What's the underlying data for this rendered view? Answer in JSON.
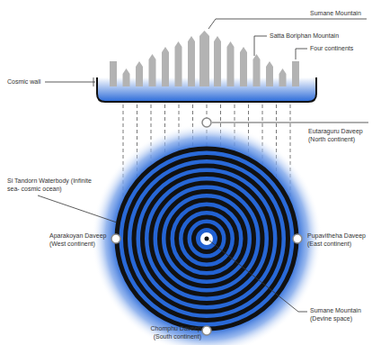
{
  "diagram": {
    "labels": [
      "Sumane Mountain",
      "Satta Boriphan Mountain",
      "Four continents",
      "Cosmic wall",
      "Eutaraguru Daveep (North continent)",
      "Si Tandorn Waterbody (Infinite sea- cosmic ocean)",
      "Aparakoyan Daveep (West continent)",
      "Pupavitheha Daveep (East continent)",
      "Sumane Mountain (Devine space)",
      "Chomphu Daveep (South continent)"
    ]
  }
}
